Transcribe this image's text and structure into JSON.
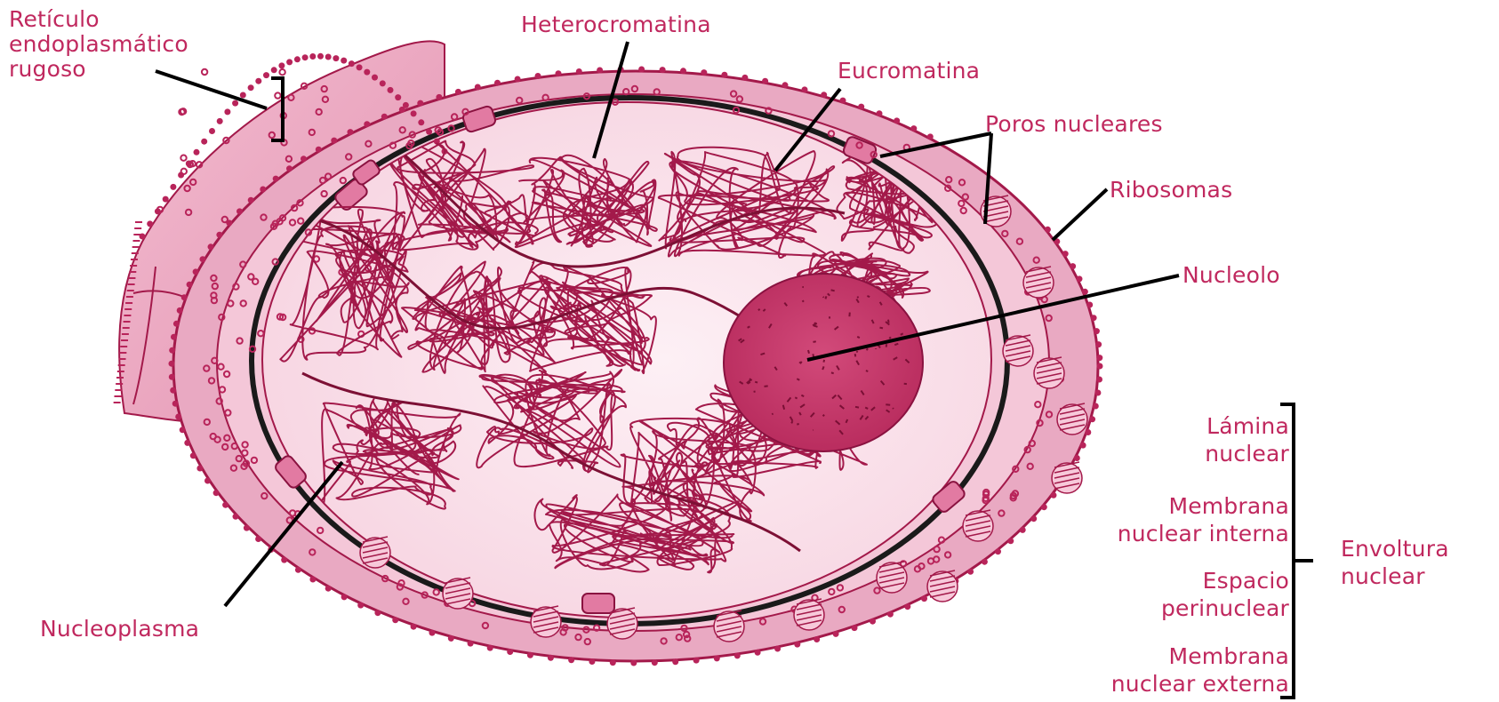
{
  "figure": {
    "labels": {
      "rer": "Retículo\nendoplasmático\nrugoso",
      "heterocromatina": "Heterocromatina",
      "eucromatina": "Eucromatina",
      "poros": "Poros nucleares",
      "ribosomas": "Ribosomas",
      "nucleolo": "Nucleolo",
      "lamina": "Lámina\nnuclear",
      "membrana_interna": "Membrana\nnuclear interna",
      "espacio": "Espacio\nperinuclear",
      "membrana_externa": "Membrana\nnuclear externa",
      "envoltura": "Envoltura\nnuclear",
      "nucleoplasma": "Nucleoplasma"
    },
    "colors": {
      "label_text": "#c0285e",
      "leader_line": "#000000",
      "outer_membrane_fill": "#e7a2bd",
      "nucleoplasm_fill": "#fce8ef",
      "nucleolus_fill": "#c73a6b",
      "chromatin_stroke": "#a3194a",
      "ribosome_fill": "#b8245a"
    }
  }
}
